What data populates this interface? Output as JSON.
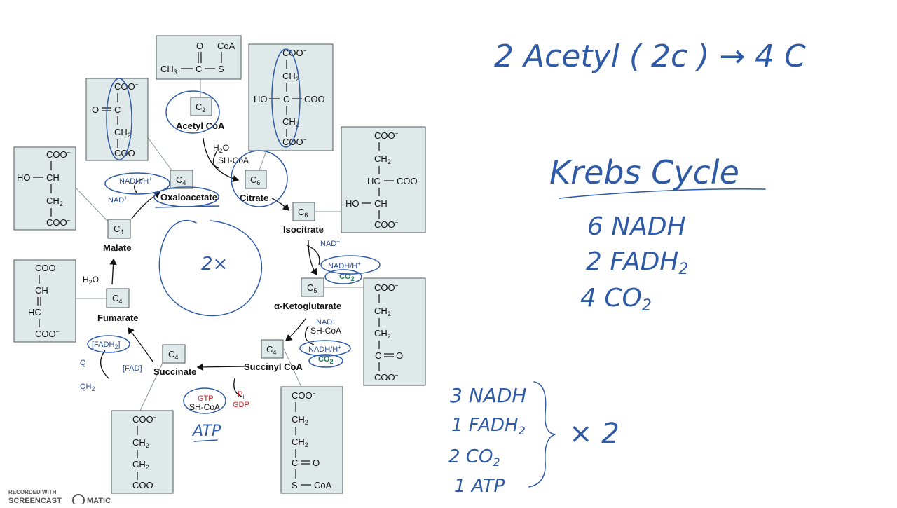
{
  "compounds": {
    "acetyl_coa": {
      "label": "Acetyl CoA",
      "carbons": "C",
      "carbons_sub": "2",
      "structure": {
        "o": "O",
        "coa": "CoA",
        "ch3": "CH",
        "ch3_sub": "3",
        "c": "C",
        "s": "S"
      }
    },
    "citrate": {
      "label": "Citrate",
      "carbons": "C",
      "carbons_sub": "6",
      "structure": {
        "coo": "COO",
        "ch2": "CH",
        "sub2": "2",
        "ho": "HO",
        "c": "C",
        "minus": "−"
      }
    },
    "isocitrate": {
      "label": "Isocitrate",
      "carbons": "C",
      "carbons_sub": "6",
      "structure": {
        "coo": "COO",
        "ch2": "CH",
        "sub2": "2",
        "hc": "HC",
        "ho": "HO",
        "ch": "CH",
        "minus": "−"
      }
    },
    "alpha_ketoglutarate": {
      "label": "α-Ketoglutarate",
      "carbons": "C",
      "carbons_sub": "5",
      "structure": {
        "coo": "COO",
        "ch2": "CH",
        "sub2": "2",
        "c": "C",
        "o": "O",
        "minus": "−"
      }
    },
    "succinyl_coa": {
      "label": "Succinyl CoA",
      "carbons": "C",
      "carbons_sub": "4",
      "structure": {
        "coo": "COO",
        "ch2": "CH",
        "sub2": "2",
        "c": "C",
        "o": "O",
        "s": "S",
        "coa": "CoA",
        "minus": "−"
      }
    },
    "succinate": {
      "label": "Succinate",
      "carbons": "C",
      "carbons_sub": "4",
      "structure": {
        "coo": "COO",
        "ch2": "CH",
        "sub2": "2",
        "minus": "−"
      }
    },
    "fumarate": {
      "label": "Fumarate",
      "carbons": "C",
      "carbons_sub": "4",
      "structure": {
        "coo": "COO",
        "ch": "CH",
        "hc": "HC",
        "minus": "−"
      }
    },
    "malate": {
      "label": "Malate",
      "carbons": "C",
      "carbons_sub": "4",
      "structure": {
        "coo": "COO",
        "ho": "HO",
        "ch": "CH",
        "ch2": "CH",
        "sub2": "2",
        "minus": "−"
      }
    },
    "oxaloacetate": {
      "label": "Oxaloacetate",
      "carbons": "C",
      "carbons_sub": "4",
      "structure": {
        "coo": "COO",
        "o": "O",
        "c": "C",
        "ch2": "CH",
        "sub2": "2",
        "minus": "−"
      }
    }
  },
  "cofactors": {
    "h2o": "H",
    "h2o_o": "O",
    "sub2": "2",
    "sh_coa": "SH-CoA",
    "nad": "NAD",
    "plus": "+",
    "nadh": "NADH/H",
    "co2": "CO",
    "co2_sub": "2",
    "fadh2": "[FADH",
    "fadh2_sub": "2",
    "fadh2_end": "]",
    "fad": "[FAD]",
    "q": "Q",
    "qh2": "QH",
    "qh2_sub": "2",
    "gtp": "GTP",
    "gdp": "GDP",
    "pi": "P",
    "pi_sub": "i"
  },
  "handwriting": {
    "acetyl_line": "2 Acetyl ( 2c )  →  4 C",
    "cycle_label": "2×",
    "title": "Krebs Cycle",
    "totals": [
      "6 NADH",
      "2  FADH",
      "4   CO"
    ],
    "totals_sub": "2",
    "per_turn": [
      "3 NADH",
      "1 FADH",
      "2 CO",
      "1 ATP"
    ],
    "per_turn_sub": "2",
    "multiplier": "× 2",
    "atp_note": "ATP"
  },
  "watermark": {
    "line1": "RECORDED WITH",
    "line2": "SCREENCAST",
    "line3": "MATIC"
  }
}
